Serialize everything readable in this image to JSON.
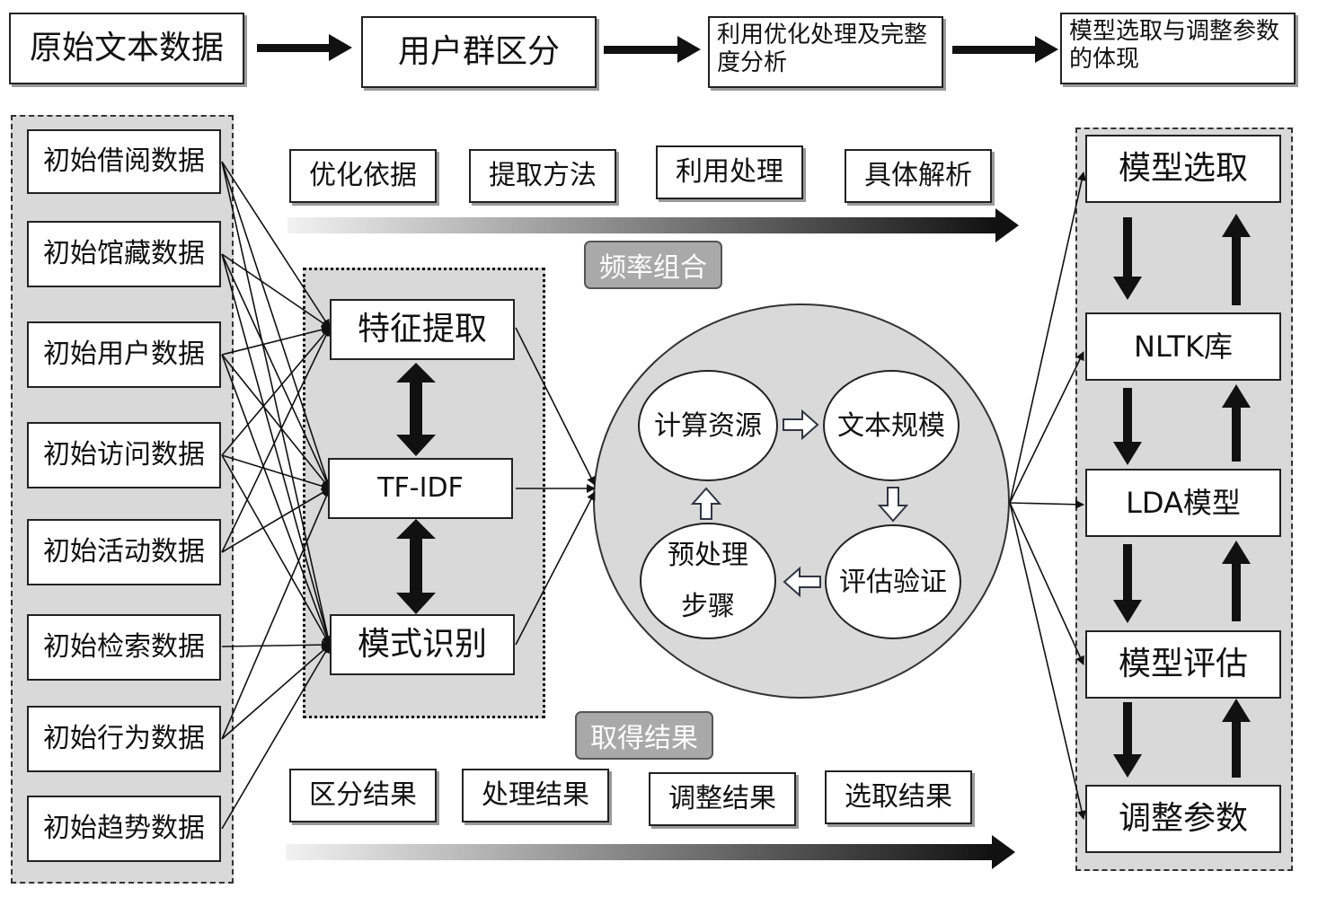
{
  "top_flow": [
    "原始文本数据",
    "用户群区分",
    "利用优化处理及完整度分析",
    "模型选取与调整参数的体现"
  ],
  "source_data": [
    "初始借阅数据",
    "初始馆藏数据",
    "初始用户数据",
    "初始访问数据",
    "初始活动数据",
    "初始检索数据",
    "初始行为数据",
    "初始趋势数据"
  ],
  "top_labels": [
    "优化依据",
    "提取方法",
    "利用处理",
    "具体解析"
  ],
  "frequency_tag": "频率组合",
  "methods": [
    "特征提取",
    "TF-IDF",
    "模式识别"
  ],
  "cycle": [
    "计算资源",
    "文本规模",
    "评估验证",
    "预处理步骤"
  ],
  "result_tag": "取得结果",
  "bottom_labels": [
    "区分结果",
    "处理结果",
    "调整结果",
    "选取结果"
  ],
  "model_steps": [
    "模型选取",
    "NLTK库",
    "LDA模型",
    "模型评估",
    "调整参数"
  ]
}
